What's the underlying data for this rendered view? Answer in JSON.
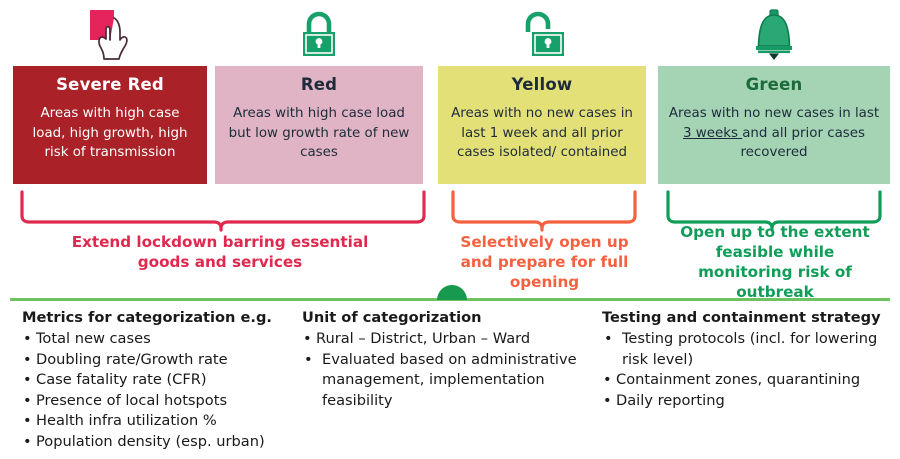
{
  "categories": [
    {
      "icon": "hand-holding-red-card-icon",
      "title": "Severe Red",
      "desc": "Areas with high case load, high growth, high risk of transmission",
      "bg": "#aa2127",
      "title_color": "#ffffff",
      "desc_color": "#ffffff"
    },
    {
      "icon": "closed-padlock-icon",
      "title": "Red",
      "desc": "Areas with high case load but low growth rate of new cases",
      "bg": "#e0b4c4",
      "title_color": "#1d2b3a",
      "desc_color": "#1d2b3a"
    },
    {
      "icon": "open-padlock-icon",
      "title": "Yellow",
      "desc": "Areas with no new cases in last 1 week and all prior cases isolated/ contained",
      "bg": "#e4e078",
      "title_color": "#1d2b3a",
      "desc_color": "#1d2b3a"
    },
    {
      "icon": "bell-icon",
      "title": "Green",
      "desc_pre": "Areas with no new cases in last ",
      "desc_underline": "3 weeks ",
      "desc_post": "and all prior cases recovered",
      "desc": "Areas with no new cases in last 3 weeks and all prior cases recovered",
      "bg": "#a4d4b4",
      "title_color": "#1b6b3a",
      "desc_color": "#1d2b3a"
    }
  ],
  "actions": [
    {
      "text": "Extend lockdown barring essential goods and services",
      "color": "#e0294e",
      "name": "action-extend-lockdown"
    },
    {
      "text": "Selectively open up and prepare for full opening",
      "color": "#f4613f",
      "name": "action-selectively-open"
    },
    {
      "text": "Open up to the extent feasible while monitoring risk of outbreak",
      "color": "#0f9d58",
      "name": "action-open-up"
    }
  ],
  "columns": [
    {
      "title": "Metrics for categorization e.g.",
      "items": [
        {
          "text": "Total new cases",
          "indent": false
        },
        {
          "text": "Doubling rate/Growth rate",
          "indent": false
        },
        {
          "text": "Case fatality rate (CFR)",
          "indent": false
        },
        {
          "text": "Presence of local hotspots",
          "indent": false
        },
        {
          "text": "Health infra utilization %",
          "indent": false
        },
        {
          "text": "Population density (esp. urban)",
          "indent": false
        }
      ]
    },
    {
      "title": "Unit of categorization",
      "items": [
        {
          "text": "Rural – District, Urban – Ward",
          "indent": false
        },
        {
          "text": "Evaluated based on administrative management, implementation feasibility",
          "indent": true
        }
      ]
    },
    {
      "title": "Testing and containment strategy",
      "items": [
        {
          "text": "Testing protocols (incl. for lowering risk level)",
          "indent": true
        },
        {
          "text": "Containment zones, quarantining",
          "indent": false
        },
        {
          "text": "Daily reporting",
          "indent": false
        }
      ]
    }
  ],
  "palette": {
    "divider_line": "#6ec260",
    "dome": "#179a50",
    "lock_green": "#16a06a",
    "bell_green": "#179a66",
    "card_red": "#e6245c",
    "hand_outline": "#4b2b3a"
  }
}
